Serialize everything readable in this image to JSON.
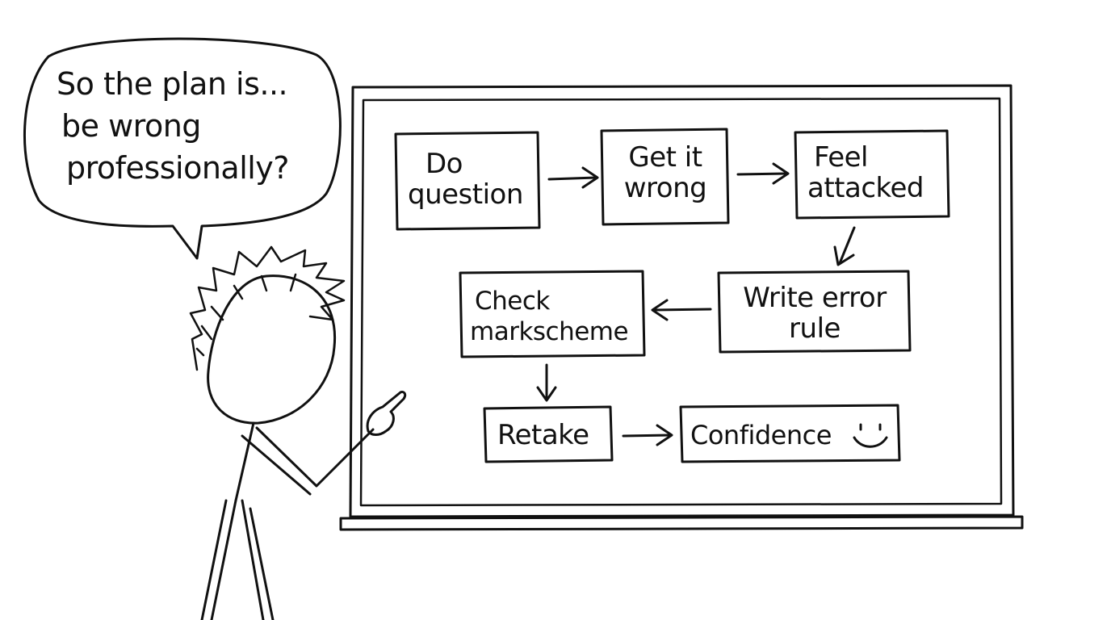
{
  "speech_bubble": {
    "lines": [
      "So the plan is...",
      "be wrong",
      "professionally?"
    ]
  },
  "flowchart": {
    "nodes": {
      "do_question": [
        "Do",
        "question"
      ],
      "get_it_wrong": [
        "Get it",
        "wrong"
      ],
      "feel_attacked": [
        "Feel",
        "attacked"
      ],
      "write_error_rule": [
        "Write error",
        "rule"
      ],
      "check_markscheme": [
        "Check",
        "markscheme"
      ],
      "retake": "Retake",
      "confidence": "Confidence"
    }
  },
  "colors": {
    "ink": "#111111",
    "paper": "#ffffff"
  },
  "icons": {
    "smiley": "smiley-face-icon"
  }
}
